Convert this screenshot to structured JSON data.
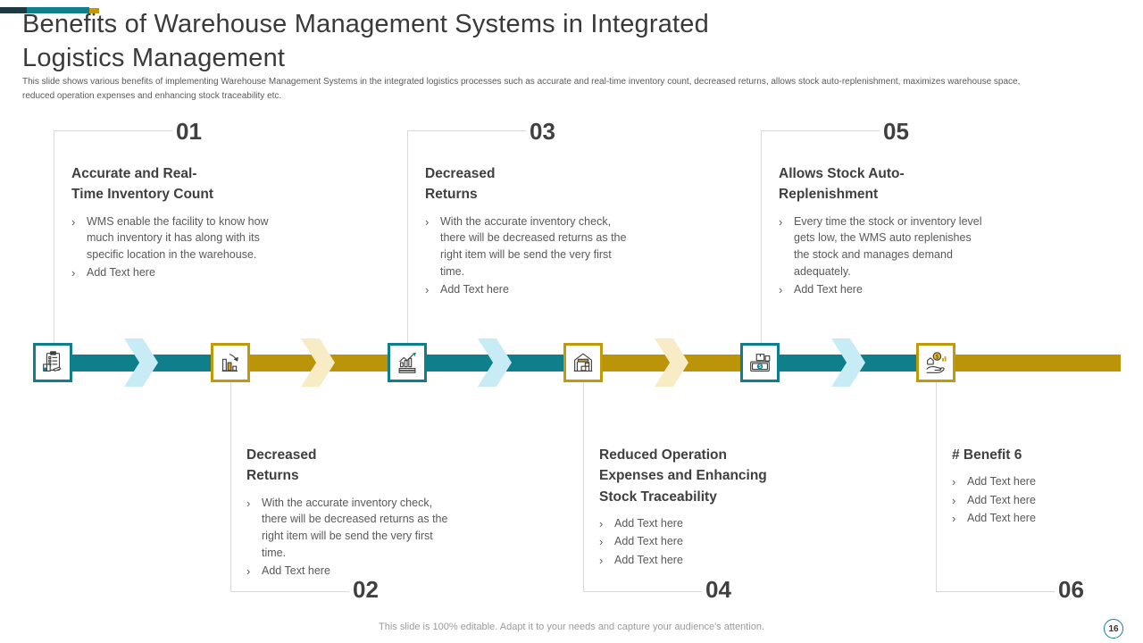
{
  "slide": {
    "title": "Benefits of Warehouse Management Systems in Integrated\nLogistics Management",
    "subtitle": "This slide shows various benefits of implementing Warehouse Management Systems in the integrated logistics processes such as accurate and real-time inventory count, decreased returns, allows stock auto-replenishment, maximizes warehouse space,\nreduced operation expenses and enhancing stock traceability etc.",
    "footer": "This slide is 100% editable. Adapt it to your needs and capture your audience's attention.",
    "page_number": "16",
    "accent_colors": {
      "dark": "#1e3a43",
      "teal": "#107f8c",
      "gold": "#c09a0a",
      "light_cyan": "#c7ecf6",
      "light_gold": "#f7ecc6"
    }
  },
  "marks": {
    "bullet": "›"
  },
  "benefits": [
    {
      "number": "01",
      "accent": "teal",
      "icon": "inventory-clipboard-icon",
      "title": "Accurate and Real-\nTime Inventory Count",
      "bullets": [
        "WMS enable the facility to know how much inventory it has along with its specific location in the warehouse.",
        "Add Text here"
      ]
    },
    {
      "number": "02",
      "accent": "gold",
      "icon": "declining-bar-chart-icon",
      "title": "Decreased\nReturns",
      "bullets": [
        "With the accurate inventory check, there will be decreased returns as the right item will be send the very first time.",
        "Add Text here"
      ]
    },
    {
      "number": "03",
      "accent": "teal",
      "icon": "growth-chart-coins-icon",
      "title": "Decreased\nReturns",
      "bullets": [
        "With the accurate inventory check, there will be decreased returns as the right item will be send the very first time.",
        "Add Text here"
      ]
    },
    {
      "number": "04",
      "accent": "gold",
      "icon": "warehouse-icon",
      "title": "Reduced Operation\nExpenses and Enhancing\nStock Traceability",
      "bullets": [
        "Add Text here",
        "Add Text here",
        "Add Text here"
      ]
    },
    {
      "number": "05",
      "accent": "teal",
      "icon": "money-expenses-icon",
      "title": "Allows Stock Auto-\nReplenishment",
      "bullets": [
        "Every time the stock or inventory level gets low, the WMS auto replenishes the stock and manages demand adequately.",
        "Add Text here"
      ]
    },
    {
      "number": "06",
      "accent": "gold",
      "icon": "hand-coins-icon",
      "title": "# Benefit 6",
      "bullets": [
        "Add Text here",
        "Add Text here",
        "Add Text here"
      ]
    }
  ]
}
